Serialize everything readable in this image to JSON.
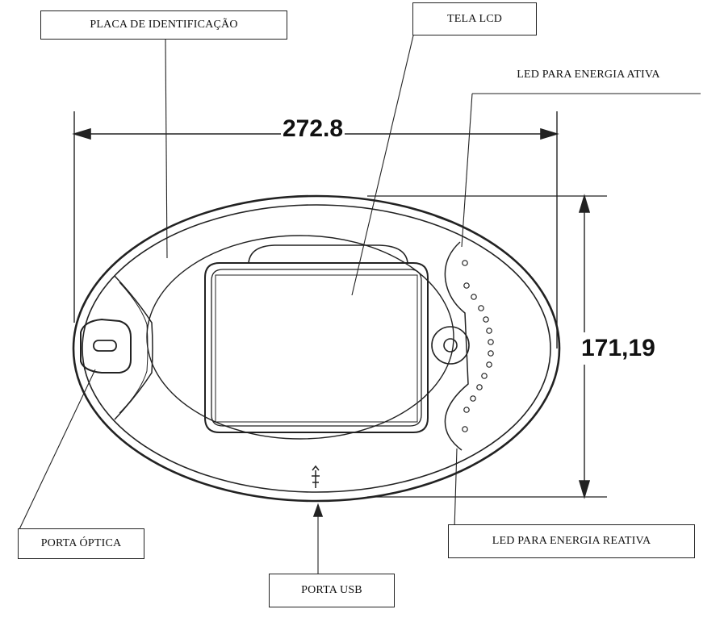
{
  "labels": {
    "nameplate": "PLACA DE IDENTIFICAÇÃO",
    "lcd_screen": "TELA LCD",
    "led_active": "LED PARA ENERGIA ATIVA",
    "optical_port": "PORTA ÓPTICA",
    "led_reactive": "LED PARA ENERGIA REATIVA",
    "usb_port": "PORTA USB"
  },
  "dimensions": {
    "width": "272.8",
    "height": "171,19"
  }
}
